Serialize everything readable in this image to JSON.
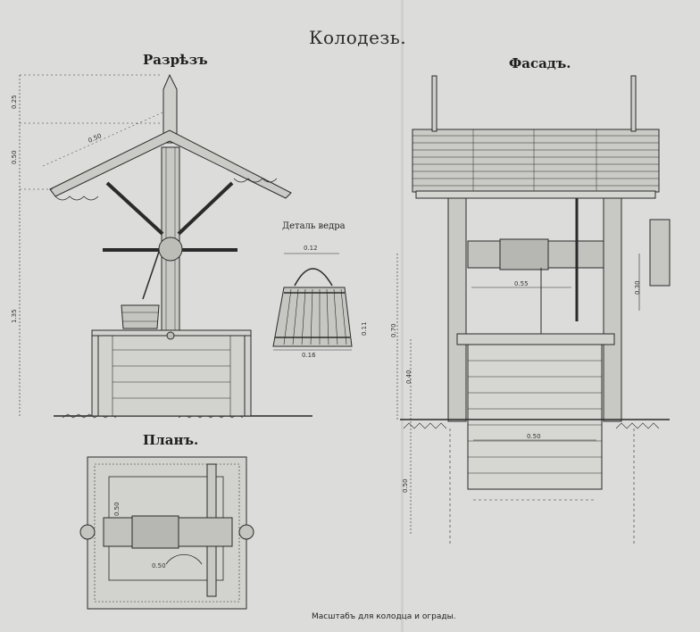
{
  "title": "Колодезь.",
  "views": {
    "section": "Разрѣзъ",
    "facade": "Фасадъ.",
    "plan": "Планъ.",
    "bucket_detail": "Деталь ведра"
  },
  "footer": "Масштабъ для колодца и ограды.",
  "dimensions": {
    "section_top": "0.25",
    "section_roof": "0.50",
    "section_rafter": "0.50",
    "section_height": "1.35",
    "bucket_top": "0.12",
    "bucket_bottom": "0.16",
    "bucket_height": "0.11",
    "facade_drum": "0.55",
    "facade_post": "0.30",
    "facade_height": "0.70",
    "facade_ground": "0.40",
    "facade_width": "0.50",
    "facade_depth": "0.50",
    "plan_side": "0.50",
    "plan_width": "0.50"
  },
  "colors": {
    "paper": "#dcdcda",
    "ink": "#2a2a2a"
  }
}
